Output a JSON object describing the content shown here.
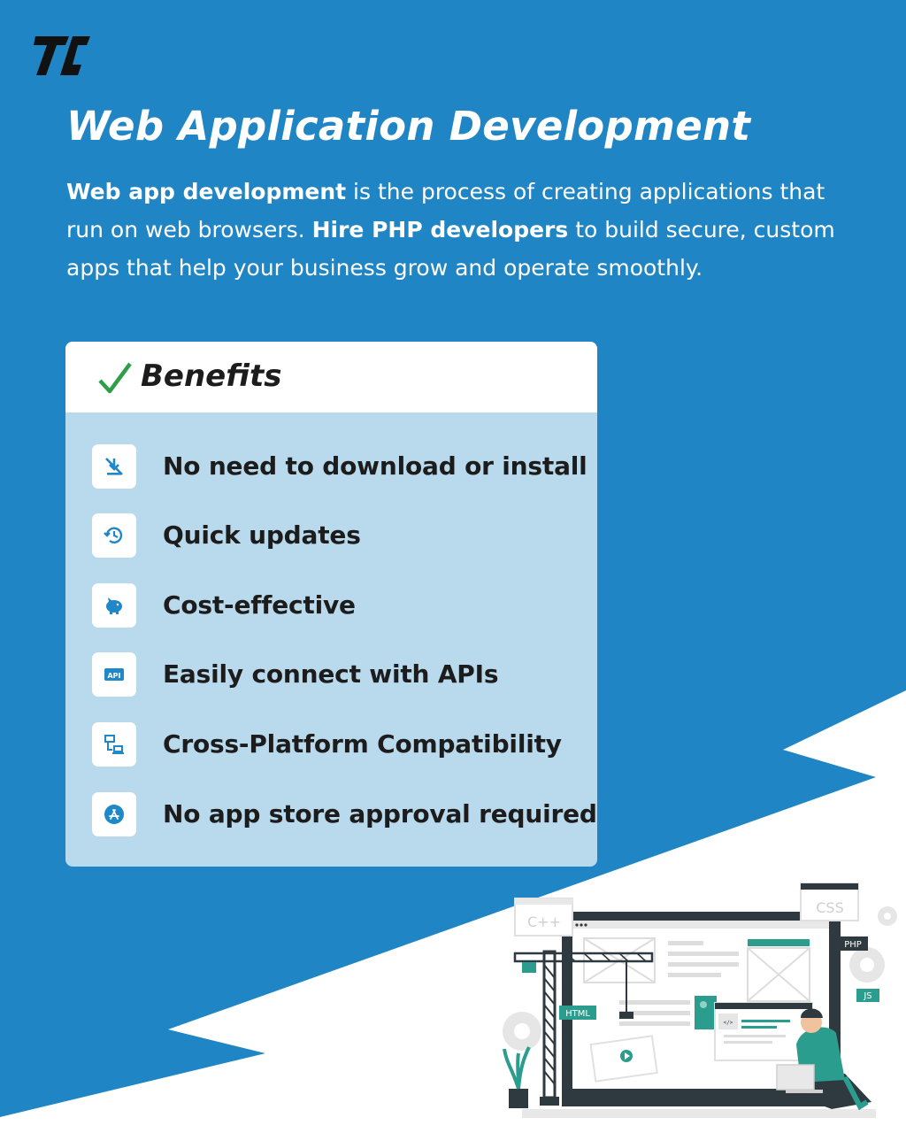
{
  "colors": {
    "background": "#2085c4",
    "card": "#b9d9ec",
    "accent": "#1e88c8",
    "check": "#2e9e4a"
  },
  "logo": {
    "text": "TC"
  },
  "header": {
    "title": "Web Application Development",
    "intro": {
      "bold1": "Web app development",
      "text1": " is the process of creating applications that run on web browsers. ",
      "bold2": "Hire PHP developers",
      "text2": " to build secure, custom apps that help your business grow and operate smoothly."
    }
  },
  "benefits": {
    "title": "Benefits",
    "items": [
      {
        "label": "No need to download or install",
        "icon": "no-download-icon"
      },
      {
        "label": "Quick updates",
        "icon": "history-icon"
      },
      {
        "label": "Cost-effective",
        "icon": "piggy-bank-icon"
      },
      {
        "label": "Easily connect with APIs",
        "icon": "api-icon"
      },
      {
        "label": "Cross-Platform Compatibility",
        "icon": "devices-icon"
      },
      {
        "label": "No app store approval required",
        "icon": "app-store-icon"
      }
    ],
    "api_icon_text": "API"
  },
  "illustration": {
    "tags": {
      "cpp": "C++",
      "css": "CSS",
      "php": "PHP",
      "js": "JS",
      "html": "HTML",
      "code": "</>"
    }
  }
}
